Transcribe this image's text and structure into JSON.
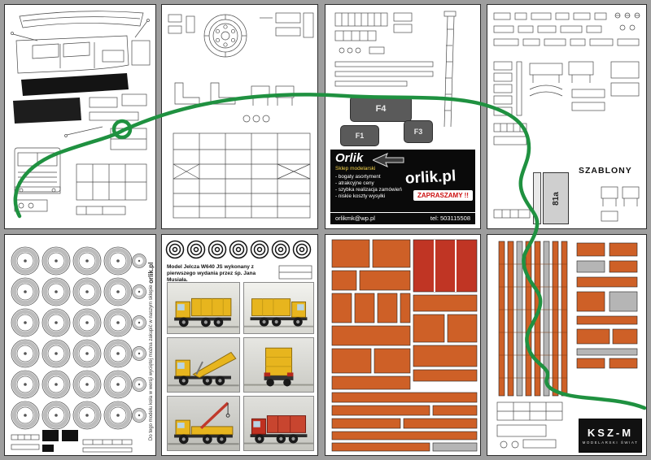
{
  "ad": {
    "brand": "Orlik",
    "subtitle": "Sklep modelarski",
    "bullets": [
      "- bogaty asortyment",
      "- atrakcyjne ceny",
      "- szybka realizacja zamówień",
      "- niskie koszty wysyłki"
    ],
    "domain": "orlik.pl",
    "invite": "ZAPRASZAMY !!",
    "email": "orlikmk@wp.pl",
    "phone": "tel: 503115508"
  },
  "parts_labels": {
    "f4": "F4",
    "f1": "F1",
    "f3": "F3"
  },
  "templates": {
    "title": "SZABLONY",
    "part": "81a"
  },
  "wheels_sheet": {
    "note": "Do tego modelu koła w wersji wyciętej można zakupić w naszym sklepie",
    "brand": "orlik.pl"
  },
  "photos": {
    "caption": "Model Jelcza W640 JS wykonany z pierwszego wydania przez śp. Jana Musiała."
  },
  "publisher": {
    "logo": "KSZ-M",
    "tagline": "MODELARSKI ŚWIAT"
  },
  "colors": {
    "annotation_green": "#1f9140",
    "parts_orange": "#ce6027",
    "accent_red": "#c03524"
  }
}
